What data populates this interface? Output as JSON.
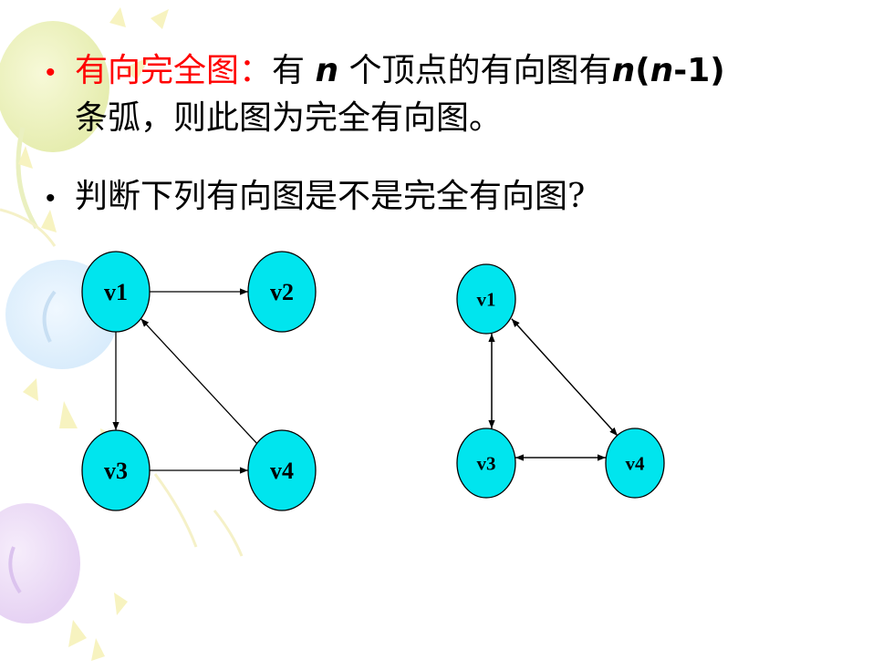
{
  "bullets": [
    {
      "term": "有向完全图：",
      "pre": "有 ",
      "n1": "n",
      "mid": " 个顶点的有向图有",
      "n2": "n",
      "paren_open": "(",
      "n3": "n",
      "minus_one": "-1",
      "paren_close": ")",
      "line2": "条弧，则此图为完全有向图。"
    },
    {
      "text": "判断下列有向图是不是完全有向图?"
    }
  ],
  "graphs": [
    {
      "nodes": [
        "v1",
        "v2",
        "v3",
        "v4"
      ],
      "edges": [
        {
          "from": "v1",
          "to": "v2"
        },
        {
          "from": "v1",
          "to": "v3"
        },
        {
          "from": "v3",
          "to": "v4"
        },
        {
          "from": "v4",
          "to": "v1"
        }
      ]
    },
    {
      "nodes": [
        "v1",
        "v3",
        "v4"
      ],
      "edges": [
        {
          "from": "v1",
          "to": "v3"
        },
        {
          "from": "v3",
          "to": "v1"
        },
        {
          "from": "v1",
          "to": "v4"
        },
        {
          "from": "v4",
          "to": "v1"
        },
        {
          "from": "v3",
          "to": "v4"
        },
        {
          "from": "v4",
          "to": "v3"
        }
      ]
    }
  ],
  "colors": {
    "node_fill": "#00e5ee",
    "term": "#ff0000"
  }
}
